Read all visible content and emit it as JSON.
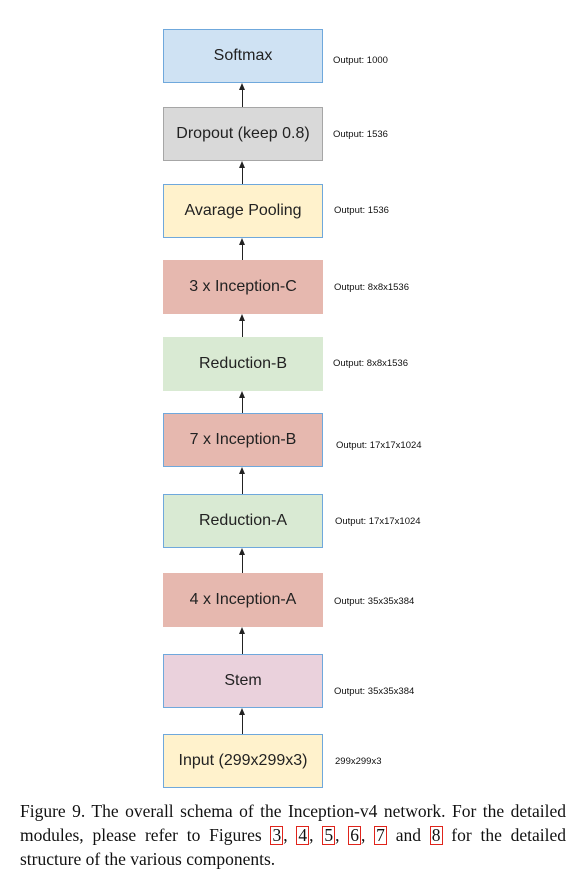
{
  "diagram": {
    "layers": [
      {
        "label": "Softmax",
        "output": "Output: 1000",
        "fill": "#cfe2f3",
        "border": "#6fa8dc"
      },
      {
        "label": "Dropout (keep 0.8)",
        "output": "Output: 1536",
        "fill": "#d9d9d9",
        "border": "#a6a6a6"
      },
      {
        "label": "Avarage Pooling",
        "output": "Output: 1536",
        "fill": "#fff2cc",
        "border": "#6fa8dc"
      },
      {
        "label": "3 x Inception-C",
        "output": "Output: 8x8x1536",
        "fill": "#e6b8af",
        "border": "#e6b8af"
      },
      {
        "label": "Reduction-B",
        "output": "Output: 8x8x1536",
        "fill": "#d9ead3",
        "border": "#d9ead3"
      },
      {
        "label": "7 x Inception-B",
        "output": "Output: 17x17x1024",
        "fill": "#e6b8af",
        "border": "#6fa8dc"
      },
      {
        "label": "Reduction-A",
        "output": "Output: 17x17x1024",
        "fill": "#d9ead3",
        "border": "#6fa8dc"
      },
      {
        "label": "4 x Inception-A",
        "output": "Output: 35x35x384",
        "fill": "#e6b8af",
        "border": "#e6b8af"
      },
      {
        "label": "Stem",
        "output": "Output: 35x35x384",
        "fill": "#ead1dc",
        "border": "#6fa8dc"
      },
      {
        "label": "Input (299x299x3)",
        "output": "299x299x3",
        "fill": "#fff2cc",
        "border": "#6fa8dc"
      }
    ]
  },
  "caption": {
    "text_before": "Figure 9. The overall schema of the Inception-v4 network. For the detailed modules, please refer to Figures ",
    "refs": [
      "3",
      "4",
      "5",
      "6",
      "7",
      "8"
    ],
    "sep_comma": ", ",
    "sep_and": " and ",
    "text_after": " for the detailed structure of the various components."
  }
}
